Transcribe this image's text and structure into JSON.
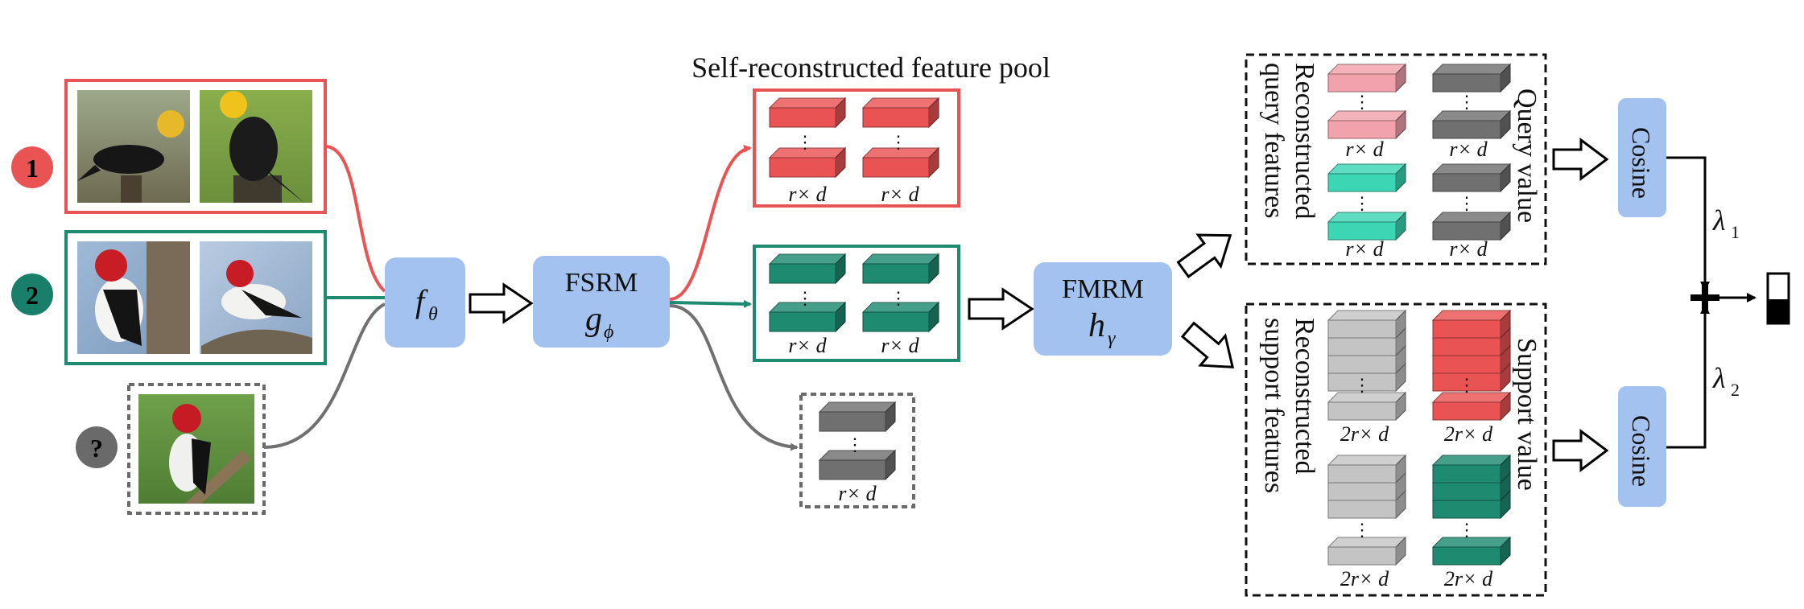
{
  "pool": {
    "title": "Self-reconstructed feature pool"
  },
  "classes": [
    {
      "badge": "1",
      "color": "#ea5353"
    },
    {
      "badge": "2",
      "color": "#1a7f6a"
    },
    {
      "badge": "?",
      "color": "#6a6a6a"
    }
  ],
  "modules": {
    "encoder": {
      "symbol": "f",
      "subscript": "θ"
    },
    "fsrm": {
      "name": "FSRM",
      "symbol": "g",
      "subscript": "ϕ"
    },
    "fmrm": {
      "name": "FMRM",
      "symbol": "h",
      "subscript": "γ"
    },
    "cosine_top": "Cosine",
    "cosine_bottom": "Cosine"
  },
  "weights": {
    "top": {
      "symbol": "λ",
      "subscript": "1"
    },
    "bottom": {
      "symbol": "λ",
      "subscript": "2"
    }
  },
  "dims": {
    "r_d": "r× d",
    "two_r_d": "2r× d",
    "dots": "⋮"
  },
  "panels": {
    "query_left": [
      "Reconstructed",
      "query features"
    ],
    "query_right": "Query value",
    "support_left": [
      "Reconstructed",
      "support features"
    ],
    "support_right": "Support value"
  },
  "colors": {
    "red": "#ea5353",
    "teal": "#1e8a70",
    "gray": "#707070",
    "pink": "#f2a2ac",
    "cyan": "#3cd6b4",
    "lightgray": "#c4c4c4",
    "module": "#a3c2ef"
  }
}
